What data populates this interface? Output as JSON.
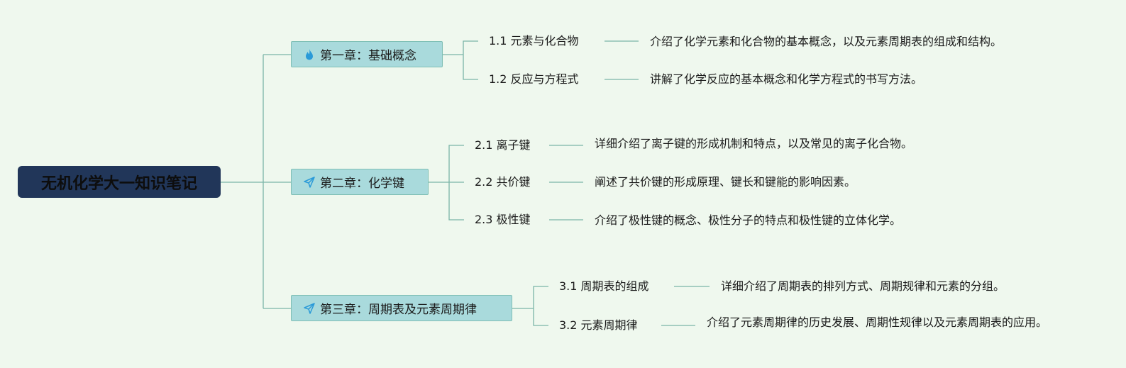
{
  "root": {
    "title": "无机化学大一知识笔记"
  },
  "chapters": [
    {
      "title": "第一章：基础概念",
      "icon": "fire-icon",
      "sections": [
        {
          "label": "1.1 元素与化合物",
          "desc": "介绍了化学元素和化合物的基本概念，以及元素周期表的组成和结构。"
        },
        {
          "label": "1.2 反应与方程式",
          "desc": "讲解了化学反应的基本概念和化学方程式的书写方法。"
        }
      ]
    },
    {
      "title": "第二章：化学键",
      "icon": "paper-plane-icon",
      "sections": [
        {
          "label": "2.1 离子键",
          "desc": "详细介绍了离子键的形成机制和特点，以及常见的离子化合物。"
        },
        {
          "label": "2.2 共价键",
          "desc": "阐述了共价键的形成原理、键长和键能的影响因素。"
        },
        {
          "label": "2.3 极性键",
          "desc": "介绍了极性键的概念、极性分子的特点和极性键的立体化学。"
        }
      ]
    },
    {
      "title": "第三章：周期表及元素周期律",
      "icon": "paper-plane-icon",
      "sections": [
        {
          "label": "3.1 周期表的组成",
          "desc": "详细介绍了周期表的排列方式、周期规律和元素的分组。"
        },
        {
          "label": "3.2 元素周期律",
          "desc": "介绍了元素周期律的历史发展、周期性规律以及元素周期表的应用。"
        }
      ]
    }
  ],
  "colors": {
    "background": "#eff8ee",
    "root": "#213659",
    "chapter": "#a9dadc",
    "line": "#7ab5a8",
    "icon": "#2a9ad8"
  }
}
